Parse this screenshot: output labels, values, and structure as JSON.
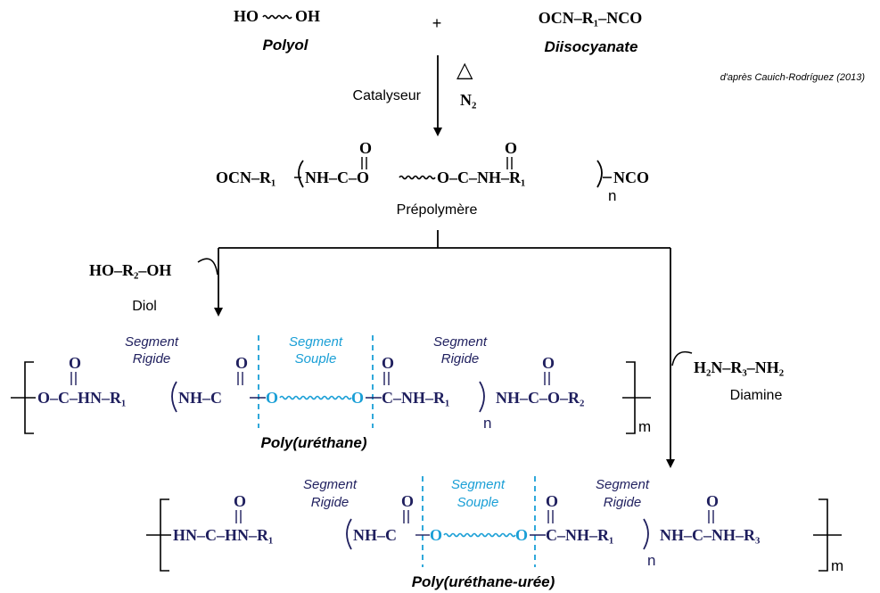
{
  "credit": "d'après Cauich-Rodríguez (2013)",
  "reaction": {
    "polyol_formula_left": "HO",
    "polyol_formula_right": "OH",
    "polyol_name": "Polyol",
    "plus": "+",
    "diiso_formula": "OCN–R₁–NCO",
    "diiso_name": "Diisocyanate",
    "catalyst": "Catalyseur",
    "heat": "△",
    "gas": "N₂"
  },
  "prepolymer": {
    "name": "Prépolymère",
    "left": "OCN–R₁",
    "nh_c_o": "NH–C–O",
    "o_c_nh_r1": "O–C–NH–R₁",
    "nco": "NCO",
    "o": "O",
    "n": "n"
  },
  "diol": {
    "formula": "HO–R₂–OH",
    "name": "Diol"
  },
  "diamine": {
    "formula": "H₂N–R₃–NH₂",
    "name": "Diamine"
  },
  "segments": {
    "rigid_line1": "Segment",
    "rigid_line2": "Rigide",
    "soft_line1": "Segment",
    "soft_line2": "Souple"
  },
  "polyurethane": {
    "name": "Poly(uréthane)",
    "part1": "O–C–HN–R₁",
    "part2": "NH–C",
    "o_left": "O",
    "o_right": "O",
    "part3": "C–NH–R₁",
    "part4": "NH–C–O–R₂",
    "o": "O",
    "n": "n",
    "m": "m"
  },
  "polyurethane_urea": {
    "name": "Poly(uréthane-urée)",
    "part1": "HN–C–HN–R₁",
    "part2": "NH–C",
    "o_left": "O",
    "o_right": "O",
    "part3": "C–NH–R₁",
    "part4": "NH–C–NH–R₃",
    "o": "O",
    "n": "n",
    "m": "m"
  },
  "colors": {
    "navy": "#1f1f5e",
    "cyan": "#1a9fd6",
    "black": "#000000"
  }
}
